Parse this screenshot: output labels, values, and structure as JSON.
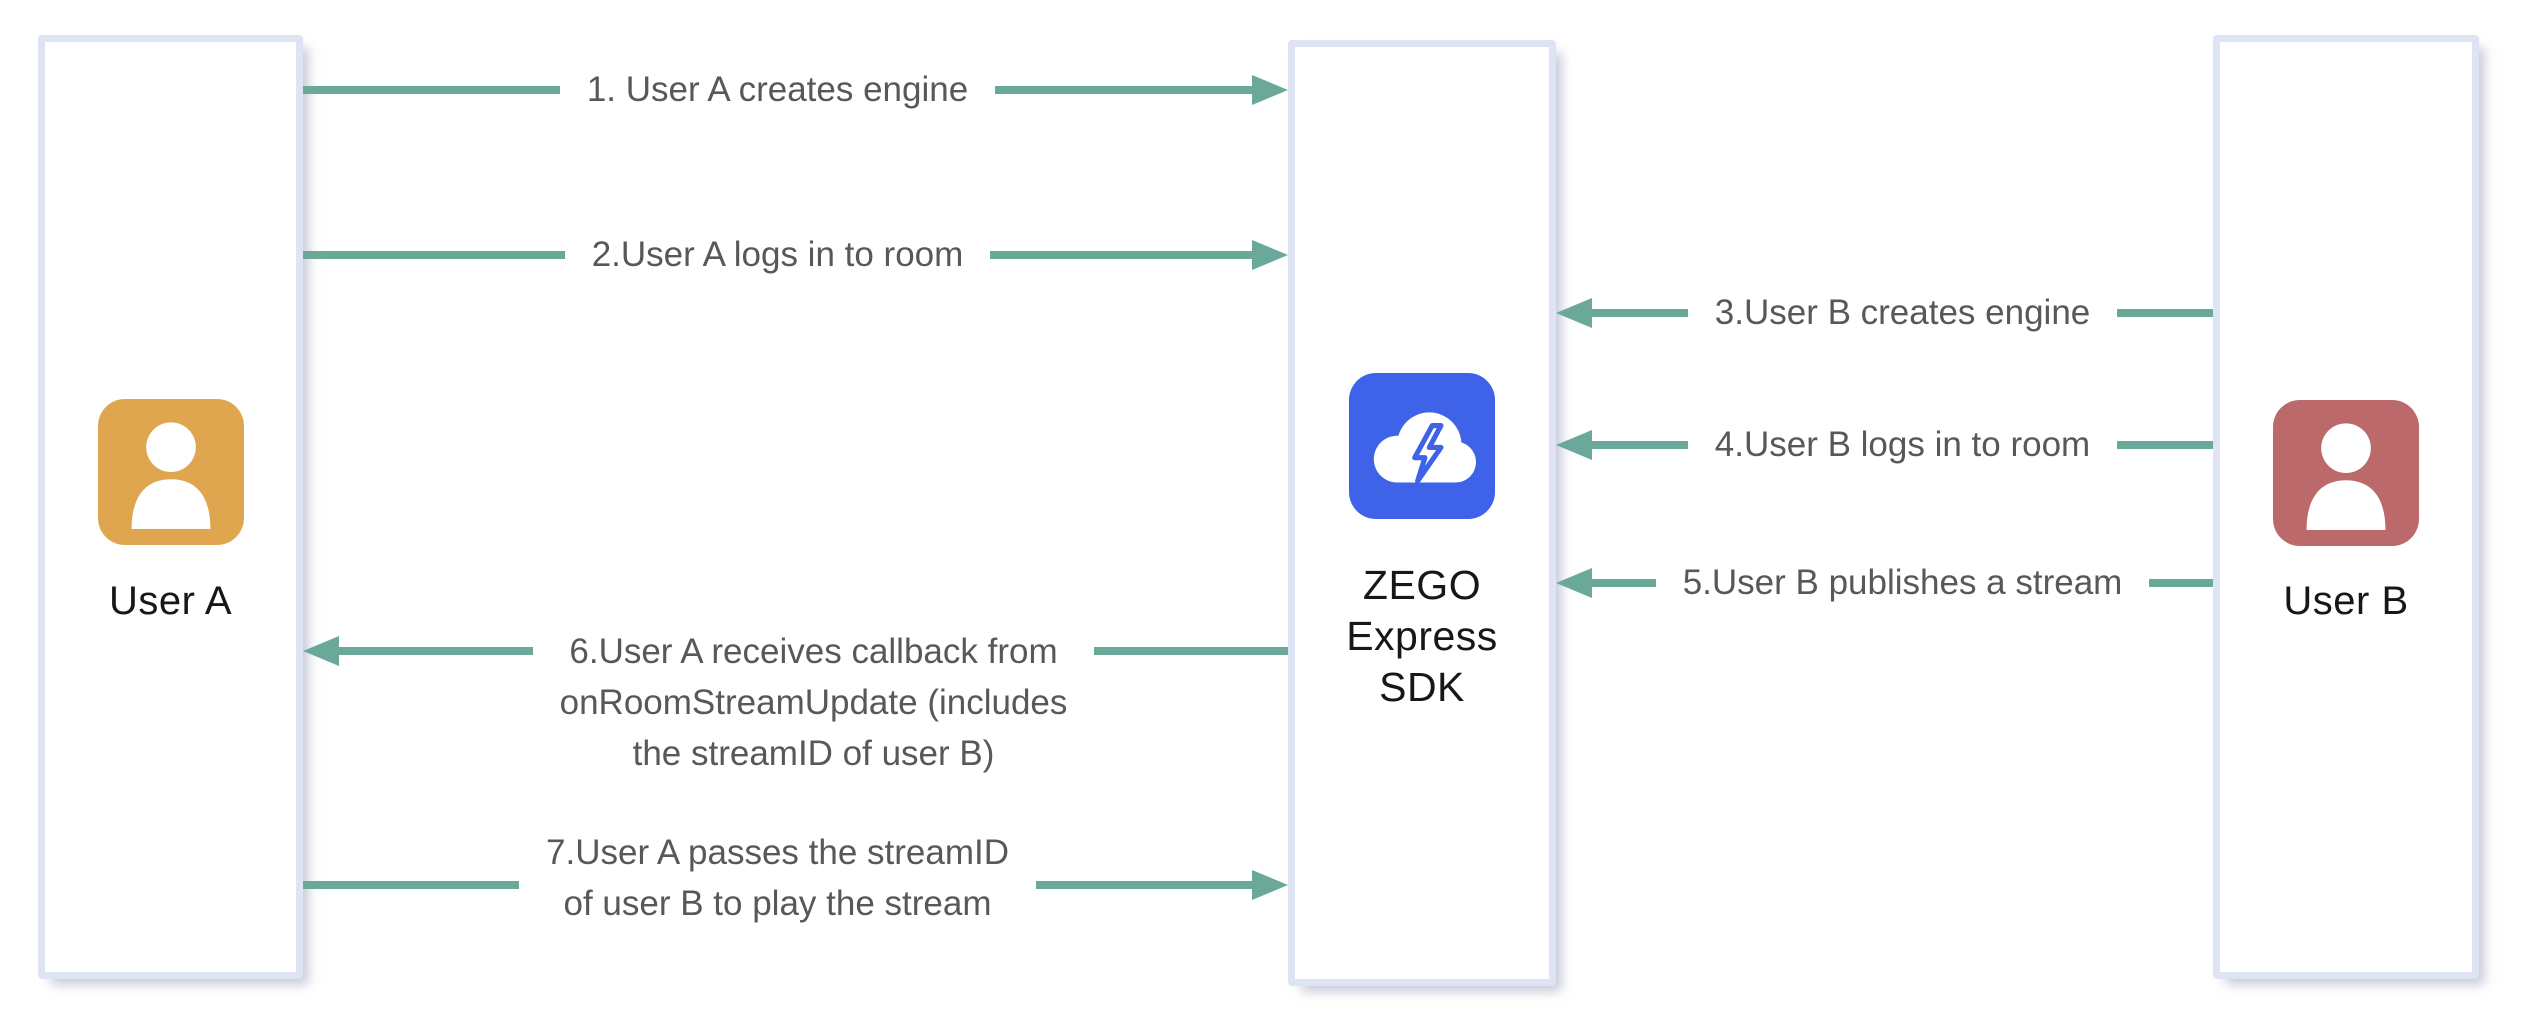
{
  "diagram": {
    "type": "sequence-flow",
    "background_color": "#ffffff",
    "arrow_color": "#6aa89a",
    "box_border_color": "#dfe4f5",
    "label_text_color": "#58585a",
    "name_text_color": "#17171a",
    "actors": {
      "user_a": {
        "name": "User A",
        "icon": "person-icon",
        "icon_color": "#dfa64f"
      },
      "sdk": {
        "name_lines": [
          "ZEGO",
          "Express",
          "SDK"
        ],
        "icon": "cloud-lightning-icon",
        "icon_color": "#3e62e8"
      },
      "user_b": {
        "name": "User B",
        "icon": "person-icon",
        "icon_color": "#bc696b"
      }
    },
    "steps": [
      {
        "n": 1,
        "label": "1. User A creates engine",
        "from": "User A",
        "to": "ZEGO Express SDK",
        "direction": "right"
      },
      {
        "n": 2,
        "label": "2.User A logs in to room",
        "from": "User A",
        "to": "ZEGO Express SDK",
        "direction": "right"
      },
      {
        "n": 3,
        "label": "3.User B creates engine",
        "from": "User B",
        "to": "ZEGO Express SDK",
        "direction": "left"
      },
      {
        "n": 4,
        "label": "4.User B logs in to room",
        "from": "User B",
        "to": "ZEGO Express SDK",
        "direction": "left"
      },
      {
        "n": 5,
        "label": "5.User B publishes a stream",
        "from": "User B",
        "to": "ZEGO Express SDK",
        "direction": "left"
      },
      {
        "n": 6,
        "label_lines": [
          "6.User A receives callback from",
          "onRoomStreamUpdate (includes",
          "the streamID of user B)"
        ],
        "from": "ZEGO Express SDK",
        "to": "User A",
        "direction": "left"
      },
      {
        "n": 7,
        "label_lines": [
          "7.User A passes the streamID",
          "of user B to play the stream"
        ],
        "from": "User A",
        "to": "ZEGO Express SDK",
        "direction": "right"
      }
    ]
  }
}
